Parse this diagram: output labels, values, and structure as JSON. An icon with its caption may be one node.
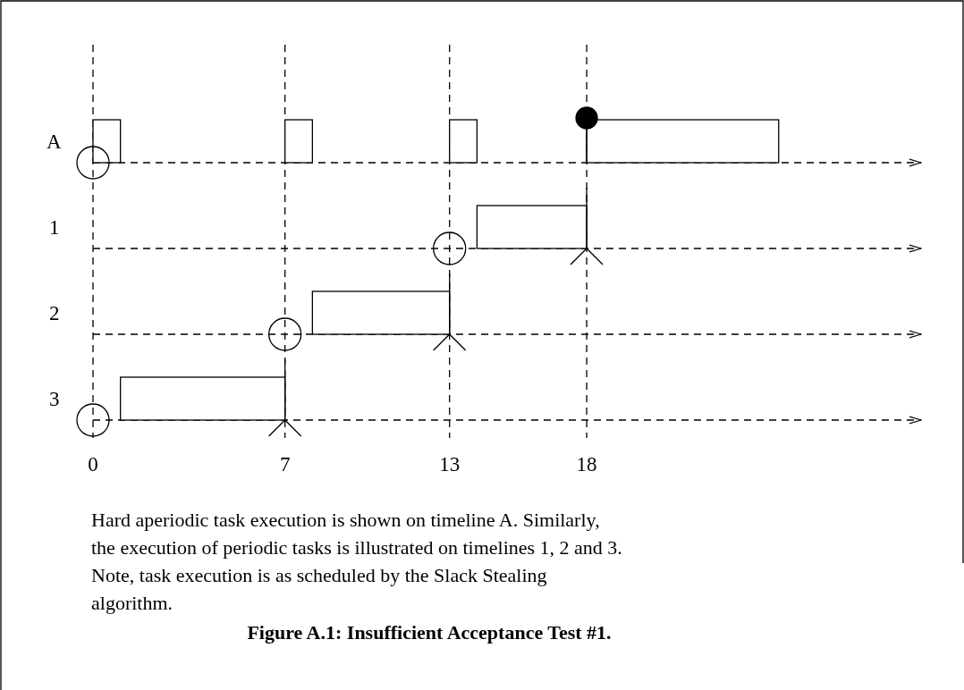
{
  "diagram": {
    "caption": "Figure A.1: Insufficient Acceptance Test #1.",
    "labels": [
      "A",
      "1",
      "2",
      "3",
      "0",
      "7",
      "13",
      "18",
      "Hard aperiodic task execution is shown on timeline A. Similarly, the execution of periodic tasks is illustrated on timelines 1, 2 and 3. Note, task execution is as scheduled by the Slack Stealing algorithm."
    ]
  }
}
